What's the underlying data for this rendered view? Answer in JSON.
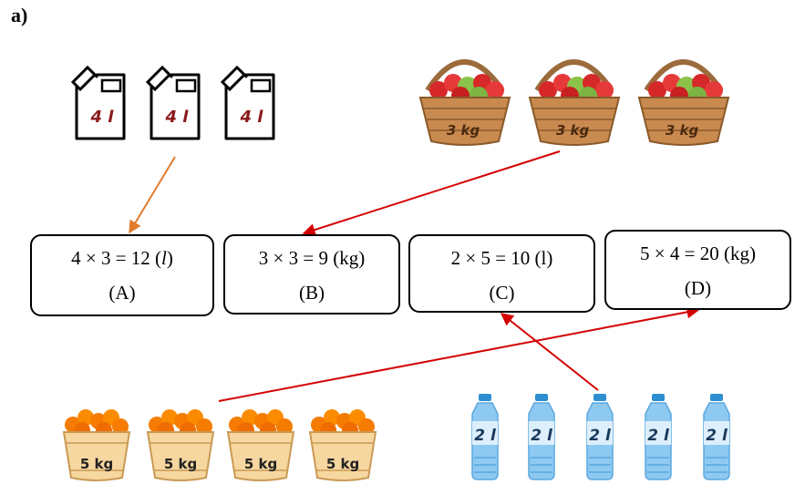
{
  "part_label": "a)",
  "boxes": [
    {
      "expr_main": "4 × 3 = 12 (",
      "expr_unit": "l",
      "expr_close": ")",
      "tag": "(A)"
    },
    {
      "expr": "3 × 3 = 9 (kg)",
      "tag": "(B)"
    },
    {
      "expr": "2 × 5 = 10 (l)",
      "tag": "(C)"
    },
    {
      "expr": "5 × 4 = 20 (kg)",
      "tag": "(D)"
    }
  ],
  "jugs": {
    "label": "4 l",
    "count": 3
  },
  "apple_baskets": {
    "label": "3 kg",
    "count": 3
  },
  "orange_baskets": {
    "label": "5 kg",
    "count": 4
  },
  "bottles": {
    "label": "2 l",
    "count": 5
  },
  "colors": {
    "orange_arrow": "#E07B2E",
    "red_arrow": "#D40000",
    "jug_label": "#8B1A1A"
  }
}
